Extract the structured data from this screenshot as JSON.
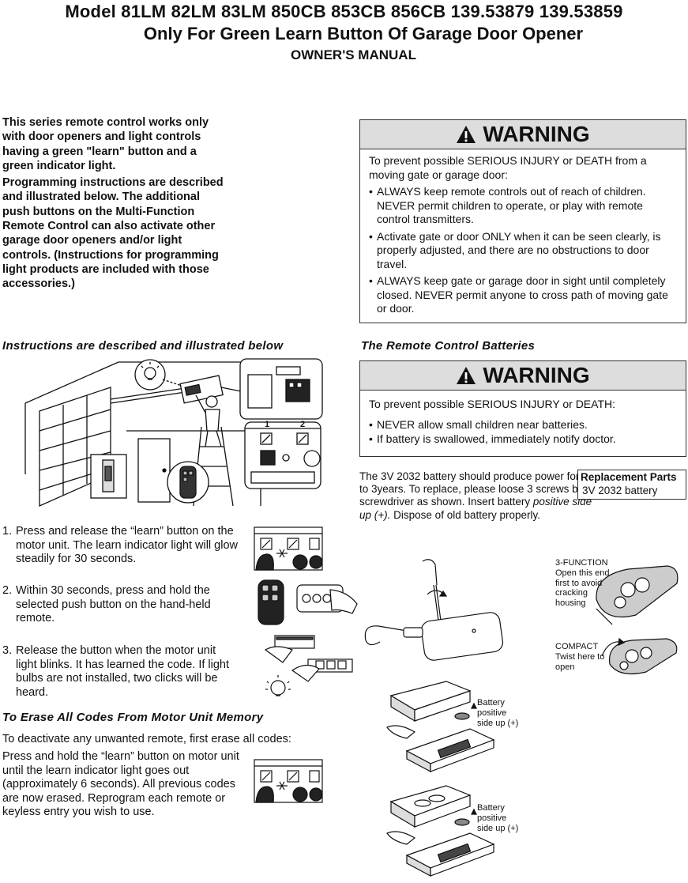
{
  "header": {
    "models": "Model 81LM 82LM 83LM 850CB 853CB 856CB 139.53879 139.53859",
    "subtitle": "Only For Green Learn Button Of Garage Door Opener",
    "manual": "OWNER'S MANUAL"
  },
  "intro": {
    "para1": "This series remote control works only with door openers and light controls having a green \"learn\" button and a green indicator light.",
    "para2": "Programming instructions are described and illustrated below. The additional push buttons on the Multi-Function Remote Control can also activate other garage door openers and/or light controls. (Instructions for programming light products are included with those accessories.)"
  },
  "warning1": {
    "heading": "WARNING",
    "lead": "To prevent possible SERIOUS INJURY or DEATH from a moving gate or garage door:",
    "items": [
      "ALWAYS keep remote controls out of reach of children. NEVER permit children to operate, or play with remote control transmitters.",
      "Activate gate or door ONLY when it can be seen clearly, is properly adjusted, and there are no obstructions to door travel.",
      "ALWAYS keep gate or garage door in sight until completely closed. NEVER permit anyone to cross path of moving gate or door."
    ]
  },
  "instructions": {
    "heading": "Instructions are described and illustrated below",
    "steps": [
      {
        "num": "1.",
        "text": "Press and release the “learn” button on the motor unit. The learn indicator light will glow steadily for 30 seconds."
      },
      {
        "num": "2.",
        "text": "Within 30 seconds, press and hold the selected push button on the hand-held remote."
      },
      {
        "num": "3.",
        "text": "Release the button when the motor unit light blinks. It has learned the code. If light bulbs are not installed, two clicks will be heard."
      }
    ],
    "panel_labels": [
      "1",
      "2"
    ]
  },
  "erase": {
    "heading": "To Erase All Codes From Motor Unit Memory",
    "lead": "To deactivate any unwanted remote, first erase all codes:",
    "text": "Press and hold the “learn” button on motor unit until the learn indicator light goes out (approximately 6 seconds). All previous codes are now erased. Reprogram each remote or keyless entry you wish to use."
  },
  "batteries": {
    "heading": "The Remote Control Batteries",
    "warning_heading": "WARNING",
    "warning_lead": "To prevent possible SERIOUS INJURY or DEATH:",
    "warning_items": [
      "NEVER allow small children near batteries.",
      "If battery is swallowed, immediately notify doctor."
    ],
    "text_a": "The 3V 2032 battery should produce power for up to 3years. To replace, please loose 3 screws by screwdriver as shown. Insert battery ",
    "text_em": "positive side up (+).",
    "text_b": " Dispose of old battery properly.",
    "replacement_title": "Replacement Parts",
    "replacement_item": "3V 2032 battery"
  },
  "diagram_labels": {
    "three_function": "3-FUNCTION",
    "open_end": "Open this end first to avoid cracking housing",
    "compact": "COMPACT",
    "twist": "Twist here to open",
    "battery1": "Battery",
    "positive1": "positive",
    "sideup1": "side up (+)",
    "battery2": "Battery",
    "positive2": "positive",
    "sideup2": "side up (+)"
  }
}
